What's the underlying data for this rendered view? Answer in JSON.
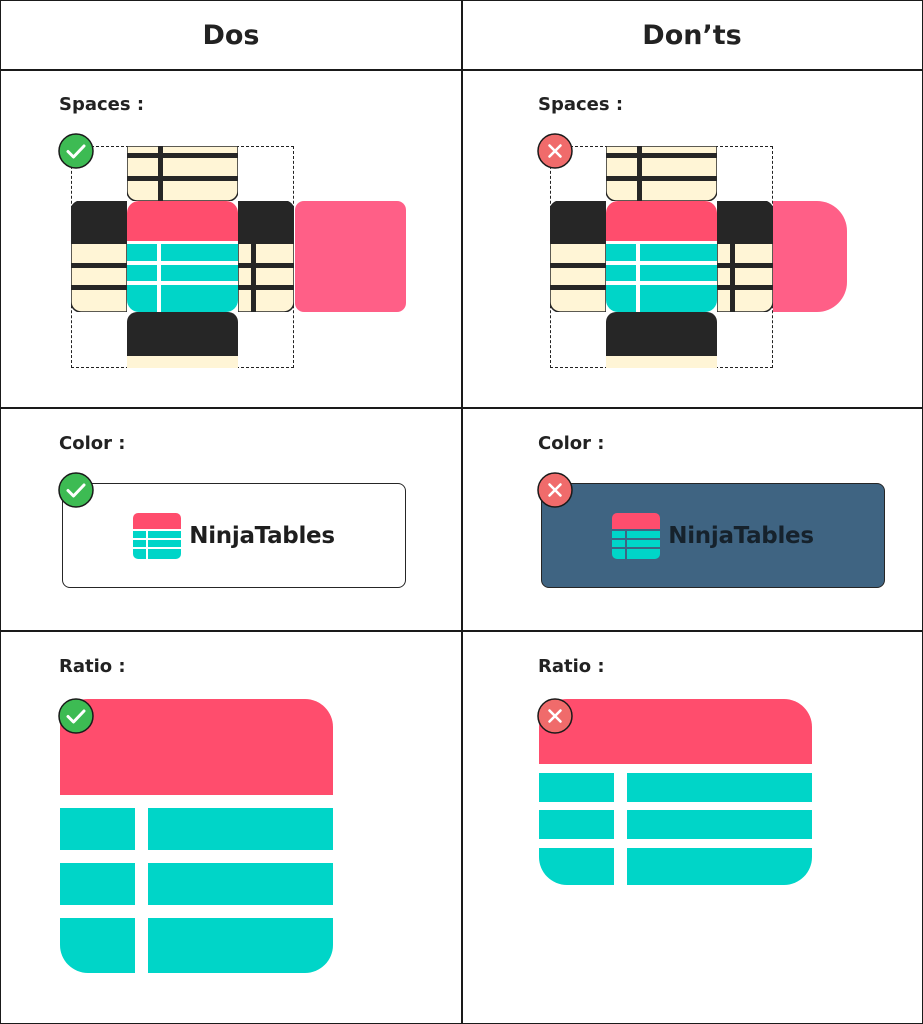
{
  "columns": {
    "left": "Dos",
    "right": "Don’ts"
  },
  "sections": {
    "spaces": "Spaces :",
    "color": "Color :",
    "ratio": "Ratio :"
  },
  "logo": {
    "wordmark": "NinjaTables"
  },
  "badges": {
    "ok_icon": "check-icon",
    "bad_icon": "cross-icon"
  },
  "colors": {
    "brand_red": "#FF4D6D",
    "brand_teal": "#00D5C8",
    "pink_block": "#FF5F87",
    "dark_block": "#262626",
    "cream_block": "#FFF5D6",
    "check_green": "#3DBB53",
    "cross_red": "#F06B6B",
    "bad_background": "#3F6482"
  }
}
